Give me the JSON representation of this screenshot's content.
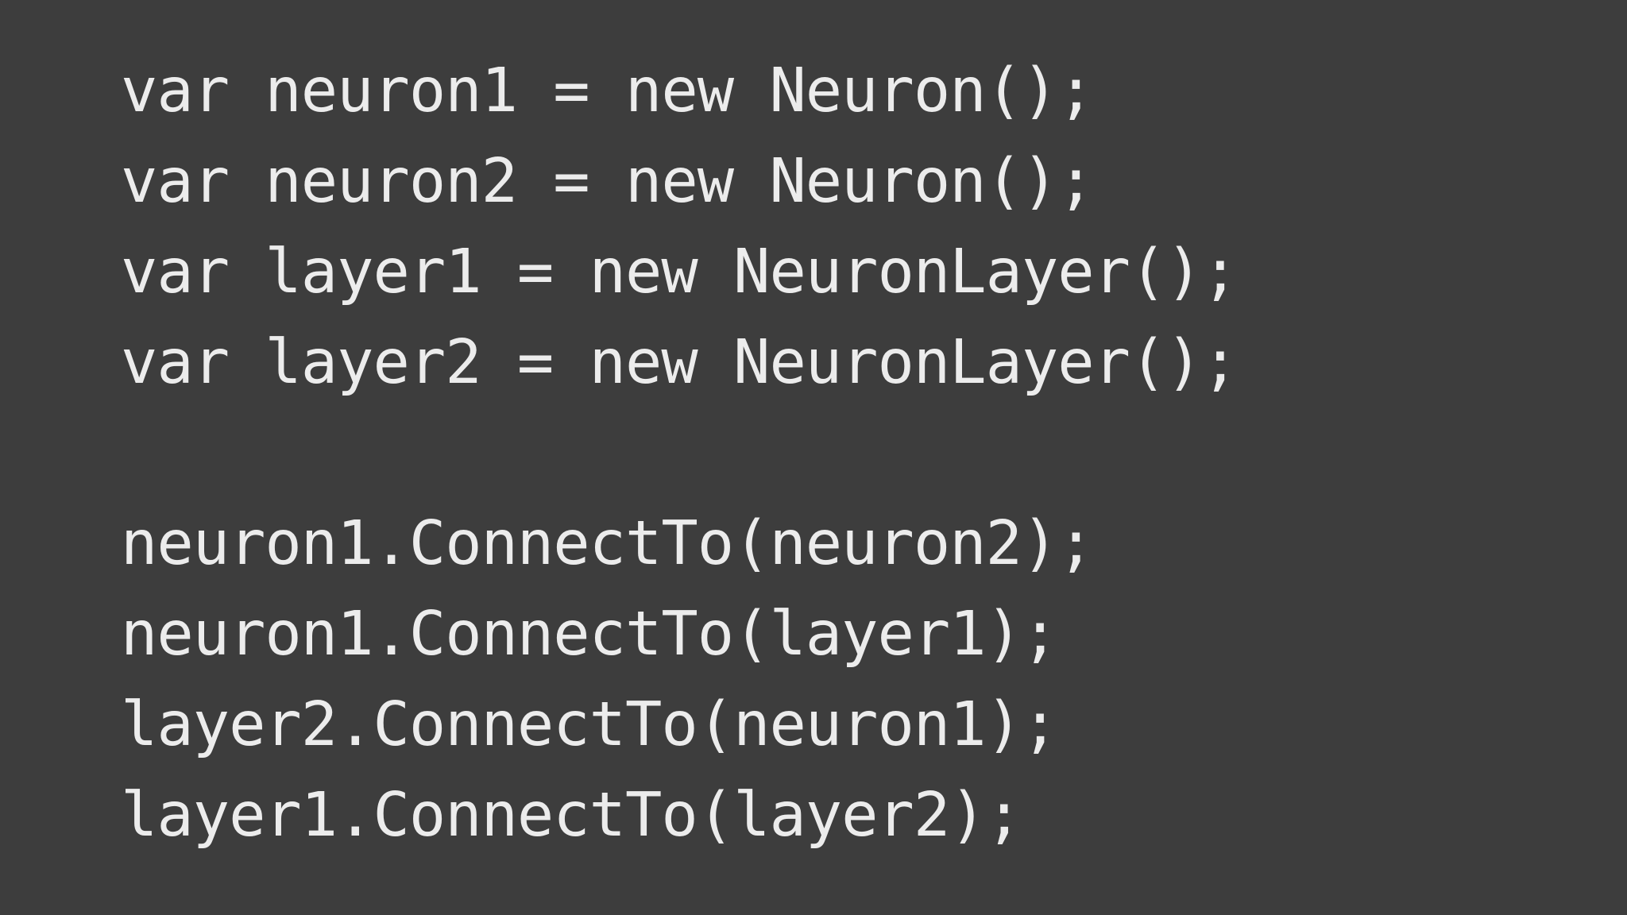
{
  "slide": {
    "background_color": "#3d3d3d",
    "text_color": "#ececec",
    "kind": "code-snippet-slide"
  },
  "code": {
    "language": "csharp",
    "lines": [
      {
        "index": 1,
        "text": "var neuron1 = new Neuron();"
      },
      {
        "index": 2,
        "text": "var neuron2 = new Neuron();"
      },
      {
        "index": 3,
        "text": "var layer1 = new NeuronLayer();"
      },
      {
        "index": 4,
        "text": "var layer2 = new NeuronLayer();"
      },
      {
        "index": 5,
        "text": " "
      },
      {
        "index": 6,
        "text": "neuron1.ConnectTo(neuron2);"
      },
      {
        "index": 7,
        "text": "neuron1.ConnectTo(layer1);"
      },
      {
        "index": 8,
        "text": "layer2.ConnectTo(neuron1);"
      },
      {
        "index": 9,
        "text": "layer1.ConnectTo(layer2);"
      }
    ]
  }
}
